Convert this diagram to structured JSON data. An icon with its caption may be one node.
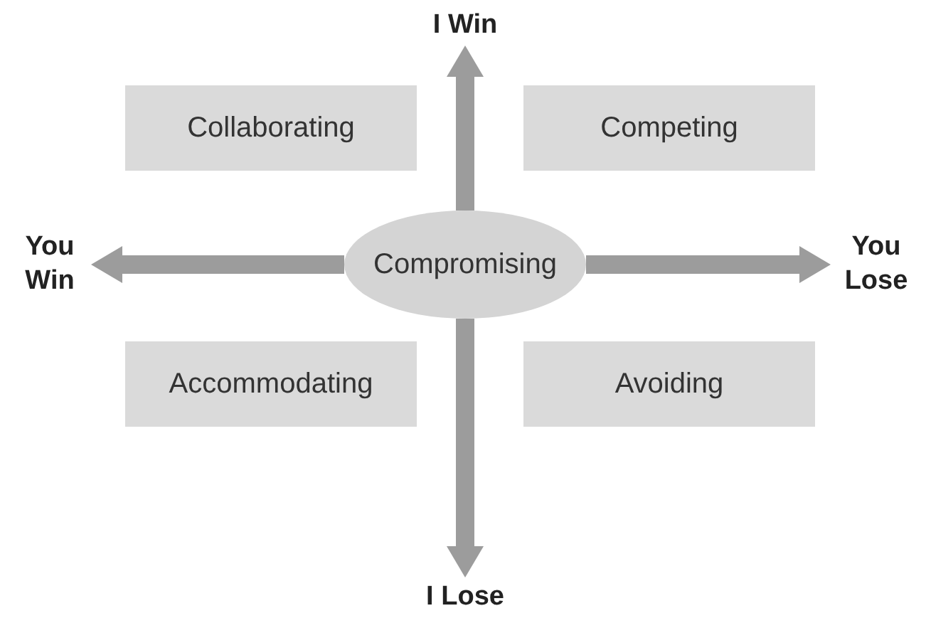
{
  "diagram": {
    "nodes": [
      {
        "text": [
          "I Win"
        ]
      },
      {
        "text": [
          "Collaborating"
        ]
      },
      {
        "text": [
          "Competing"
        ]
      },
      {
        "text": [
          "You Win"
        ]
      },
      {
        "text": [
          "Compromising"
        ]
      },
      {
        "text": [
          "You Lose"
        ]
      },
      {
        "text": [
          "Accommodating"
        ]
      },
      {
        "text": [
          "Avoiding"
        ]
      },
      {
        "text": [
          "I Lose"
        ]
      }
    ],
    "edges": [
      {
        "from": 4,
        "to": 0,
        "arrow": "to"
      },
      {
        "from": 4,
        "to": 3,
        "arrow": "to"
      },
      {
        "from": 4,
        "to": 5,
        "arrow": "to"
      },
      {
        "from": 4,
        "to": 8,
        "arrow": "to"
      }
    ]
  }
}
